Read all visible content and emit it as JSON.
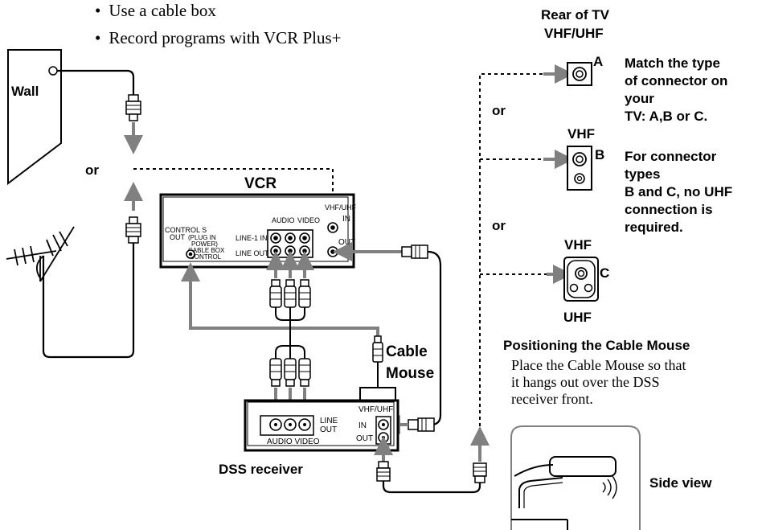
{
  "bullets": [
    "Use a cable box",
    "Record programs with VCR Plus+"
  ],
  "labels": {
    "wall": "Wall",
    "or_left": "or",
    "vcr": "VCR",
    "rear_tv_line1": "Rear of TV",
    "rear_tv_line2": "VHF/UHF",
    "or_right_1": "or",
    "or_right_2": "or",
    "vhf_b": "VHF",
    "vhf_c": "VHF",
    "uhf_c": "UHF",
    "conn_a": "A",
    "conn_b": "B",
    "conn_c": "C",
    "cable_mouse_1": "Cable",
    "cable_mouse_2": "Mouse",
    "dss_receiver": "DSS receiver",
    "side_view": "Side view"
  },
  "vcr_panel": {
    "control_s_1": "CONTROL S",
    "control_s_2": "OUT",
    "plug_in_1": "(PLUG IN",
    "plug_in_2": "POWER)",
    "cable_box_1": "CABLE BOX",
    "cable_box_2": "CONTROL",
    "line1_in": "LINE-1 IN",
    "line_out": "LINE OUT",
    "audio": "AUDIO",
    "video": "VIDEO",
    "vhf_uhf": "VHF/UHF",
    "in": "IN",
    "out": "OUT"
  },
  "dss_panel": {
    "vhf_uhf": "VHF/UHF",
    "in": "IN",
    "out": "OUT",
    "line": "LINE",
    "out2": "OUT",
    "audio_video": "AUDIO VIDEO"
  },
  "notes": {
    "match_lines": [
      "Match the type",
      "of connector on",
      "your",
      "TV: A,B or C."
    ],
    "bc_lines": [
      "For connector",
      "types",
      "B and C, no UHF",
      "connection is",
      "required."
    ]
  },
  "positioning": {
    "heading": "Positioning the Cable Mouse",
    "body_lines": [
      "Place the Cable Mouse so that",
      "it hangs out over the DSS",
      "receiver front."
    ]
  }
}
